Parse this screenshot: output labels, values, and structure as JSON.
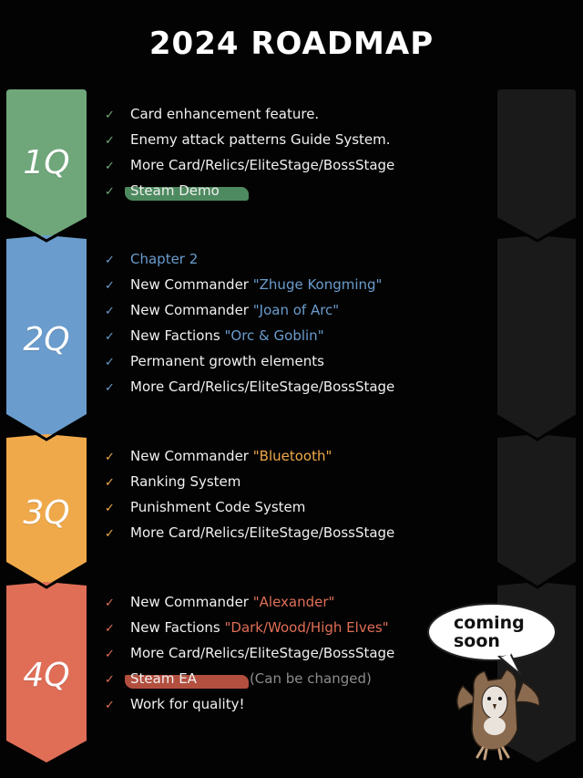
{
  "title": "2024 ROADMAP",
  "colors": {
    "background": "#030303",
    "q1": "#6fa77a",
    "q2": "#6a9ccd",
    "q3": "#f0a94a",
    "q4": "#e06e57",
    "placeholder_column": "#1a1a1a"
  },
  "quarters": [
    {
      "label": "1Q",
      "items": [
        {
          "text": "Card enhancement feature."
        },
        {
          "text": "Enemy attack patterns Guide System."
        },
        {
          "text": "More Card/Relics/EliteStage/BossStage"
        },
        {
          "text": "Steam Demo",
          "highlight": true
        }
      ]
    },
    {
      "label": "2Q",
      "items": [
        {
          "text": "Chapter 2",
          "colored": true
        },
        {
          "prefix": "New Commander ",
          "accent": "\"Zhuge Kongming\""
        },
        {
          "prefix": "New Commander ",
          "accent": "\"Joan of Arc\""
        },
        {
          "prefix": "New Factions ",
          "accent": "\"Orc & Goblin\""
        },
        {
          "text": "Permanent growth elements"
        },
        {
          "text": "More Card/Relics/EliteStage/BossStage"
        }
      ]
    },
    {
      "label": "3Q",
      "items": [
        {
          "prefix": "New Commander ",
          "accent": "\"Bluetooth\""
        },
        {
          "text": "Ranking System"
        },
        {
          "text": "Punishment Code System"
        },
        {
          "text": "More Card/Relics/EliteStage/BossStage"
        }
      ]
    },
    {
      "label": "4Q",
      "items": [
        {
          "prefix": "New Commander ",
          "accent": "\"Alexander\""
        },
        {
          "prefix": "New Factions ",
          "accent": "\"Dark/Wood/High Elves\""
        },
        {
          "text": "More Card/Relics/EliteStage/BossStage"
        },
        {
          "text": "Steam EA",
          "highlight": true,
          "extra": "(Can be changed)"
        },
        {
          "text": "Work for quality!"
        }
      ]
    }
  ],
  "mascot": {
    "bubble_line1": "coming",
    "bubble_line2": "soon",
    "icon": "owl-mascot-icon"
  }
}
